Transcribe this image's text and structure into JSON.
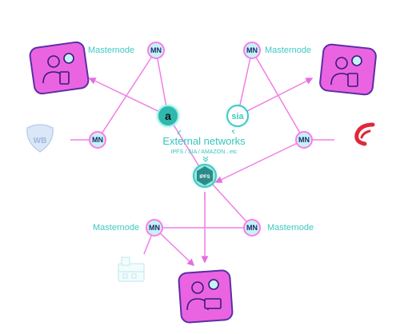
{
  "nodes": {
    "masternode_label": "Masternode",
    "mn_badge": "MN"
  },
  "external": {
    "title": "External networks",
    "subtitle": "IPFS / SIA / AMAZON...etc",
    "amazon_letter": "a",
    "sia_text": "sia",
    "ipfs_text": "IPFS"
  },
  "colors": {
    "line": "#f07ee6",
    "arrow": "#e56de0",
    "badge_fill": "#c4f3f6",
    "badge_ring": "#ff7be9",
    "user_card": "#ea64e1",
    "user_border": "#5b2ea7",
    "teal": "#3ec9c3"
  },
  "icons": {
    "user_device": "user-with-device-icon",
    "warner": "wb-shield-logo-icon",
    "sony": "red-swirl-logo-icon",
    "building": "building-icon"
  }
}
